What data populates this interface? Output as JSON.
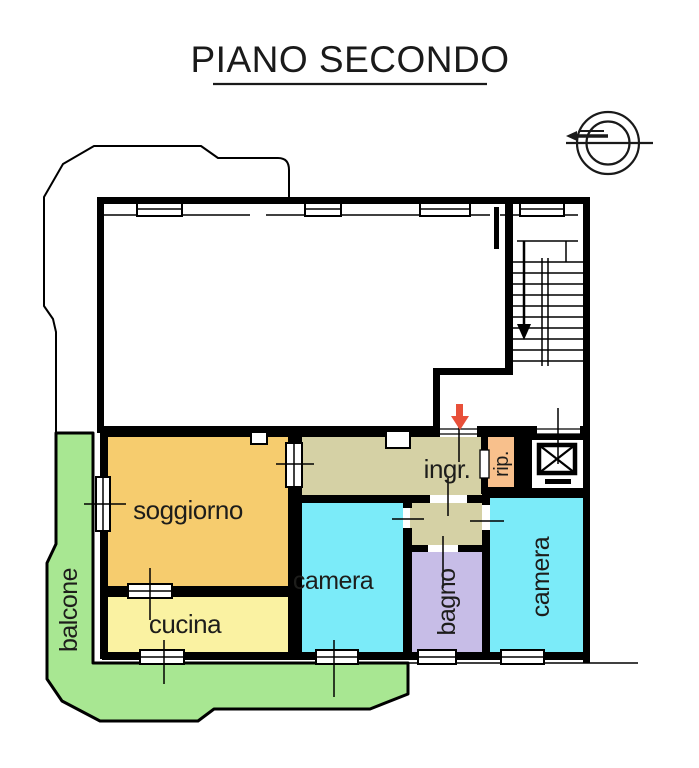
{
  "title": {
    "text": "PIANO SECONDO"
  },
  "floor_plan": {
    "floor_name": "PIANO SECONDO",
    "rooms": {
      "soggiorno": {
        "label": "soggiorno",
        "color": "#f6cc6e"
      },
      "cucina": {
        "label": "cucina",
        "color": "#faf2a2"
      },
      "camera_left": {
        "label": "camera",
        "color": "#7bebf9"
      },
      "camera_right": {
        "label": "camera",
        "color": "#7bebf9"
      },
      "bagno": {
        "label": "bagno",
        "color": "#c7bde7"
      },
      "ingresso": {
        "label": "ingr.",
        "color": "#d5d1a5"
      },
      "ripostiglio": {
        "label": "rip.",
        "color": "#f8c08c"
      },
      "balcone": {
        "label": "balcone",
        "color": "#a8e792"
      }
    },
    "annotations": {
      "wall_color": "#000000",
      "entrance_arrow_color": "#e8503a",
      "stairs_direction": "down",
      "elevator_symbol": "crossed-square",
      "compass": "north-indicator"
    }
  }
}
